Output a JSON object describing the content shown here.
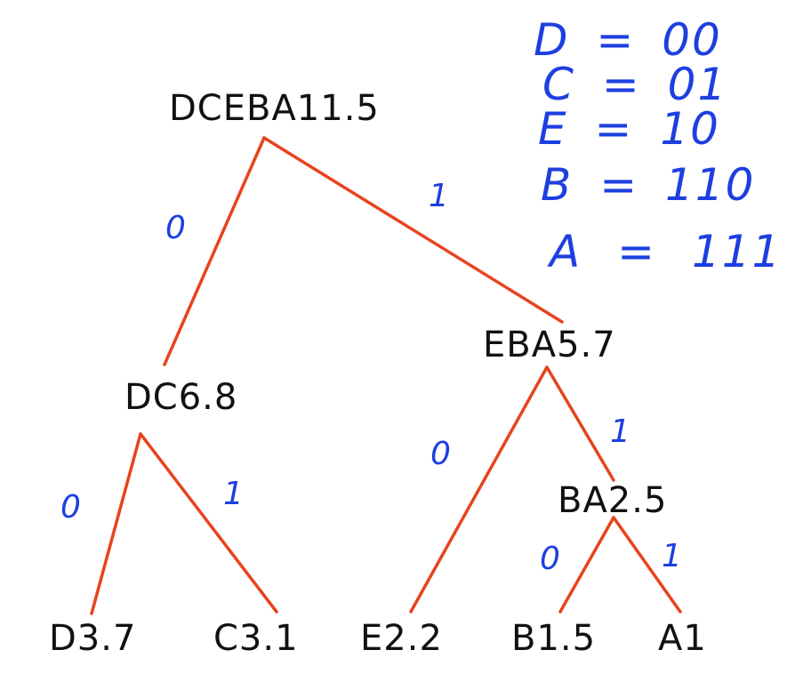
{
  "colors": {
    "edge": "#e8431d",
    "node_text": "#111111",
    "ink_blue": "#1d3fe0"
  },
  "nodes": [
    {
      "id": "root",
      "label": "DCEBA11.5"
    },
    {
      "id": "dc",
      "label": "DC6.8"
    },
    {
      "id": "eba",
      "label": "EBA5.7"
    },
    {
      "id": "ba",
      "label": "BA2.5"
    },
    {
      "id": "d",
      "label": "D3.7"
    },
    {
      "id": "c",
      "label": "C3.1"
    },
    {
      "id": "e",
      "label": "E2.2"
    },
    {
      "id": "b",
      "label": "B1.5"
    },
    {
      "id": "a",
      "label": "A1"
    }
  ],
  "edges": [
    {
      "from": "root",
      "to": "dc",
      "bit": "0"
    },
    {
      "from": "root",
      "to": "eba",
      "bit": "1"
    },
    {
      "from": "dc",
      "to": "d",
      "bit": "0"
    },
    {
      "from": "dc",
      "to": "c",
      "bit": "1"
    },
    {
      "from": "eba",
      "to": "e",
      "bit": "0"
    },
    {
      "from": "eba",
      "to": "ba",
      "bit": "1"
    },
    {
      "from": "ba",
      "to": "b",
      "bit": "0"
    },
    {
      "from": "ba",
      "to": "a",
      "bit": "1"
    }
  ],
  "codes": [
    {
      "symbol": "D",
      "eq": "=",
      "code": "00"
    },
    {
      "symbol": "C",
      "eq": "=",
      "code": "01"
    },
    {
      "symbol": "E",
      "eq": "=",
      "code": "10"
    },
    {
      "symbol": "B",
      "eq": "=",
      "code": "110"
    },
    {
      "symbol": "A",
      "eq": "=",
      "code": "111"
    }
  ]
}
